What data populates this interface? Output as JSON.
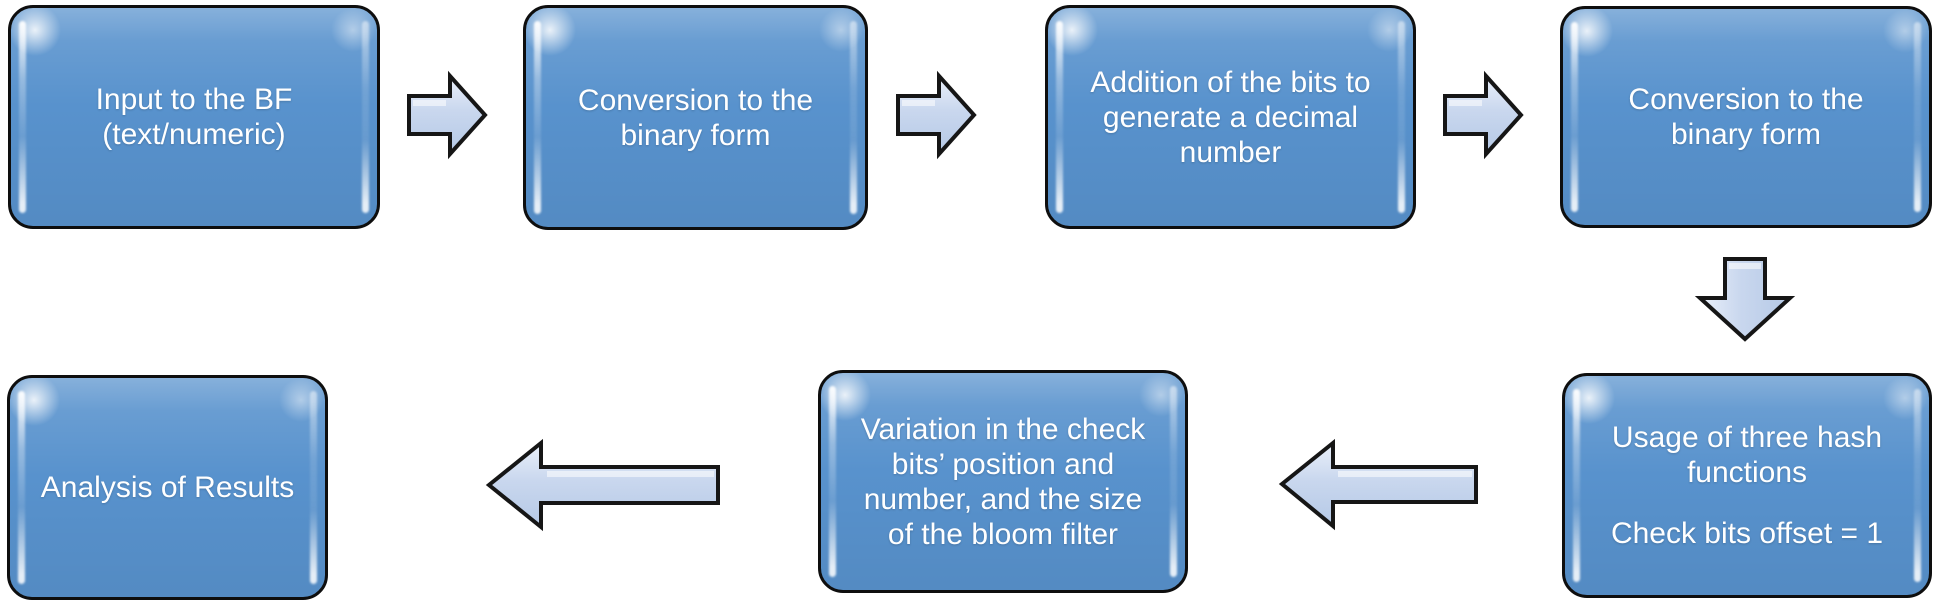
{
  "diagram": {
    "type": "flowchart",
    "nodes": [
      {
        "id": "input",
        "label": "Input to the BF\n(text/numeric)"
      },
      {
        "id": "to-binary-1",
        "label": "Conversion to the\nbinary form"
      },
      {
        "id": "add-bits",
        "label": "Addition of the bits to\ngenerate a decimal\nnumber"
      },
      {
        "id": "to-binary-2",
        "label": "Conversion to the\nbinary form"
      },
      {
        "id": "hash-functions",
        "label": "Usage of three hash\nfunctions",
        "sublabel": "Check bits offset = 1"
      },
      {
        "id": "variation",
        "label": "Variation in the check\nbits’ position and\nnumber, and the size\nof the bloom filter"
      },
      {
        "id": "analysis",
        "label": "Analysis of Results"
      }
    ],
    "connectors": [
      {
        "from": "input",
        "to": "to-binary-1",
        "direction": "right"
      },
      {
        "from": "to-binary-1",
        "to": "add-bits",
        "direction": "right"
      },
      {
        "from": "add-bits",
        "to": "to-binary-2",
        "direction": "right"
      },
      {
        "from": "to-binary-2",
        "to": "hash-functions",
        "direction": "down"
      },
      {
        "from": "hash-functions",
        "to": "variation",
        "direction": "left"
      },
      {
        "from": "variation",
        "to": "analysis",
        "direction": "left"
      }
    ],
    "colors": {
      "node_fill": "#5892cd",
      "node_border": "#0e0e0e",
      "node_text": "#ffffff",
      "arrow_fill": "#c8d6ee",
      "arrow_border": "#161616",
      "background": "#ffffff"
    }
  }
}
